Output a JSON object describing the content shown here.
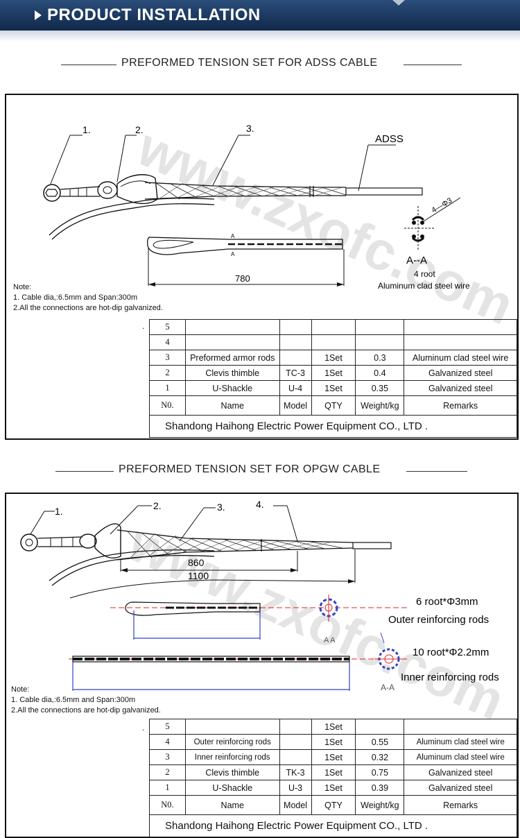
{
  "banner": {
    "title": "PRODUCT INSTALLATION"
  },
  "watermark": "www.zxofc.com",
  "adss": {
    "heading": "PREFORMED TENSION SET FOR ADSS CABLE",
    "callouts": [
      "1.",
      "2.",
      "3."
    ],
    "cable_label": "ADSS",
    "section_label": "A--A",
    "dia_label": "4—Φ3",
    "section_caption": [
      "4 root",
      "Aluminum clad steel wire"
    ],
    "rod_marks": [
      "A",
      "A"
    ],
    "dimension": "780",
    "notes": [
      "Note:",
      "1. Cable dia,:6.5mm and Span:300m",
      "2.All the connections are hot-dip galvanized."
    ],
    "table": {
      "headers": [
        "N0.",
        "Name",
        "Model",
        "QTY",
        "Weight/kg",
        "Remarks"
      ],
      "rows": [
        {
          "no": "5",
          "name": "",
          "model": "",
          "qty": "",
          "weight": "",
          "remarks": ""
        },
        {
          "no": "4",
          "name": "",
          "model": "",
          "qty": "",
          "weight": "",
          "remarks": ""
        },
        {
          "no": "3",
          "name": "Preformed armor rods",
          "model": "",
          "qty": "1Set",
          "weight": "0.3",
          "remarks": "Aluminum clad steel wire"
        },
        {
          "no": "2",
          "name": "Clevis thimble",
          "model": "TC-3",
          "qty": "1Set",
          "weight": "0.4",
          "remarks": "Galvanized steel"
        },
        {
          "no": "1",
          "name": "U-Shackle",
          "model": "U-4",
          "qty": "1Set",
          "weight": "0.35",
          "remarks": "Galvanized steel"
        }
      ],
      "footer": "Shandong Haihong Electric Power Equipment CO., LTD ."
    }
  },
  "opgw": {
    "heading": "PREFORMED TENSION SET FOR OPGW CABLE",
    "callouts": [
      "1.",
      "2.",
      "3.",
      "4."
    ],
    "dim_inner": "860",
    "dim_outer": "1100",
    "outer_rods_label": [
      "6 root*Φ3mm",
      "Outer reinforcing rods"
    ],
    "inner_rods_label": [
      "10 root*Φ2.2mm",
      "Inner reinforcing rods"
    ],
    "section_labels": [
      "A A",
      "A-A"
    ],
    "notes": [
      "Note:",
      "1. Cable dia,:6.5mm and Span:300m",
      "2.All the connections are hot-dip galvanized."
    ],
    "table": {
      "headers": [
        "N0.",
        "Name",
        "Model",
        "QTY",
        "Weight/kg",
        "Remarks"
      ],
      "rows": [
        {
          "no": "5",
          "name": "",
          "model": "",
          "qty": "1Set",
          "weight": "",
          "remarks": ""
        },
        {
          "no": "4",
          "name": "Outer reinforcing rods",
          "model": "",
          "qty": "1Set",
          "weight": "0.55",
          "remarks": "Aluminum clad steel wire"
        },
        {
          "no": "3",
          "name": "Inner reinforcing rods",
          "model": "",
          "qty": "1Set",
          "weight": "0.32",
          "remarks": "Aluminum clad steel wire"
        },
        {
          "no": "2",
          "name": "Clevis thimble",
          "model": "TK-3",
          "qty": "1Set",
          "weight": "0.75",
          "remarks": "Galvanized steel"
        },
        {
          "no": "1",
          "name": "U-Shackle",
          "model": "U-3",
          "qty": "1Set",
          "weight": "0.39",
          "remarks": "Galvanized steel"
        }
      ],
      "footer": "Shandong Haihong Electric Power Equipment CO., LTD ."
    }
  },
  "colors": {
    "banner": "#1c3a62",
    "red_axis": "#d9252a",
    "blue_dim": "#3340c8"
  }
}
